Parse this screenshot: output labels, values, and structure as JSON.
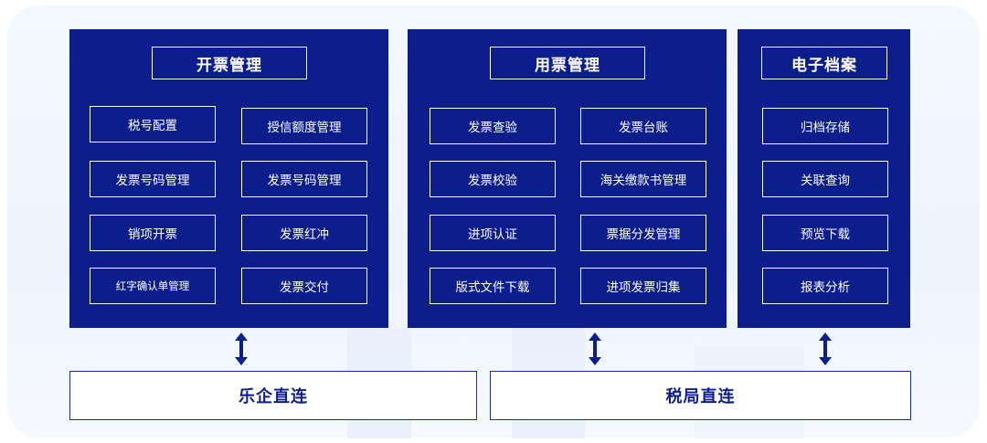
{
  "panels": {
    "invoicing": {
      "title": "开票管理",
      "items": [
        "税号配置",
        "授信额度管理",
        "发票号码管理",
        "发票号码管理",
        "销项开票",
        "发票红冲",
        "红字确认单管理",
        "发票交付"
      ]
    },
    "usage": {
      "title": "用票管理",
      "items": [
        "发票查验",
        "发票台账",
        "发票校验",
        "海关缴款书管理",
        "进项认证",
        "票据分发管理",
        "版式文件下载",
        "进项发票归集"
      ]
    },
    "archive": {
      "title": "电子档案",
      "items": [
        "归档存储",
        "关联查询",
        "预览下载",
        "报表分析"
      ]
    }
  },
  "connections": {
    "left": "乐企直连",
    "right": "税局直连"
  },
  "colors": {
    "panel": "#0c1e8c",
    "text": "#ffffff",
    "arrow": "#0c1e8c"
  },
  "icons": [
    "double-arrow-icon"
  ]
}
